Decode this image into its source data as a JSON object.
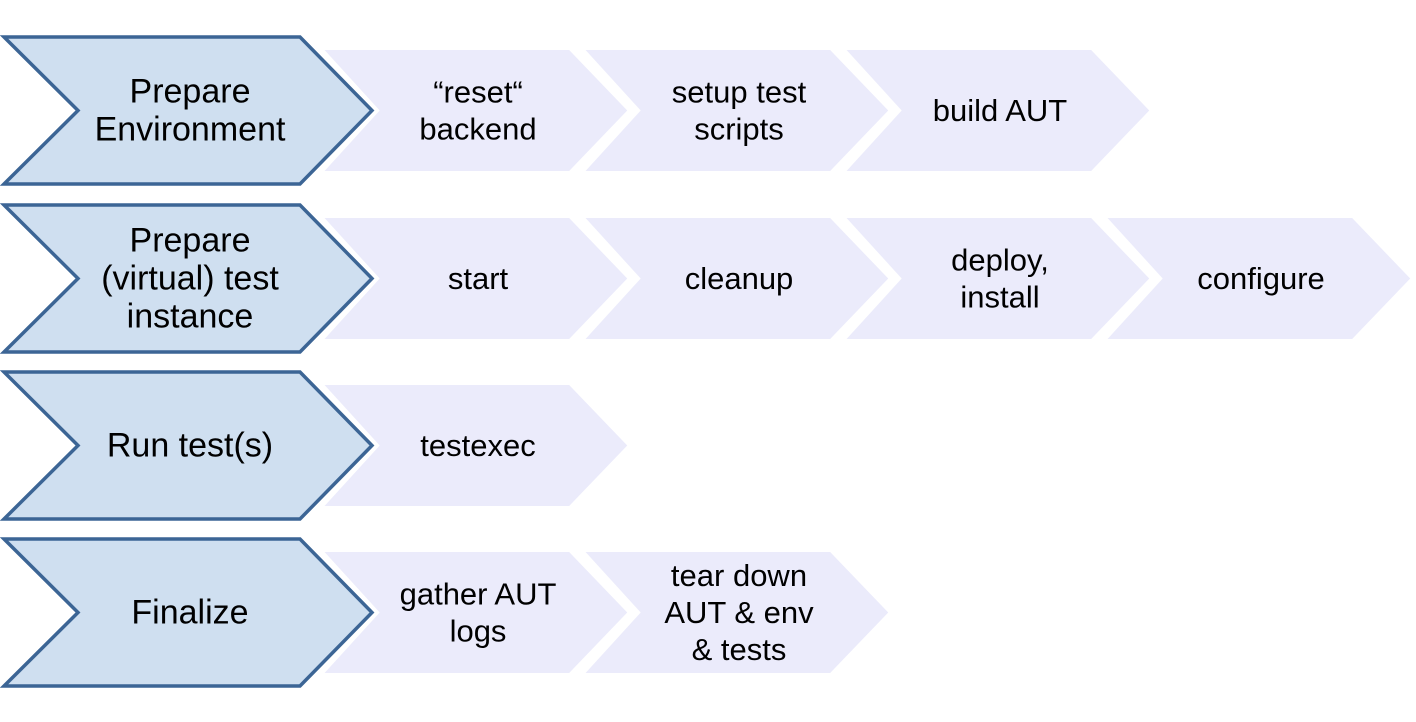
{
  "rows": [
    {
      "phase": {
        "lines": [
          "Prepare",
          "Environment"
        ]
      },
      "steps": [
        {
          "lines": [
            "“reset“",
            "backend"
          ]
        },
        {
          "lines": [
            "setup test",
            "scripts"
          ]
        },
        {
          "lines": [
            "build AUT"
          ]
        }
      ]
    },
    {
      "phase": {
        "lines": [
          "Prepare",
          "(virtual) test",
          "instance"
        ]
      },
      "steps": [
        {
          "lines": [
            "start"
          ]
        },
        {
          "lines": [
            "cleanup"
          ]
        },
        {
          "lines": [
            "deploy,",
            "install"
          ]
        },
        {
          "lines": [
            "configure"
          ]
        }
      ]
    },
    {
      "phase": {
        "lines": [
          "Run test(s)"
        ]
      },
      "steps": [
        {
          "lines": [
            "testexec"
          ]
        }
      ]
    },
    {
      "phase": {
        "lines": [
          "Finalize"
        ]
      },
      "steps": [
        {
          "lines": [
            "gather AUT",
            "logs"
          ]
        },
        {
          "lines": [
            "tear down",
            "AUT & env",
            "& tests"
          ]
        }
      ]
    }
  ]
}
